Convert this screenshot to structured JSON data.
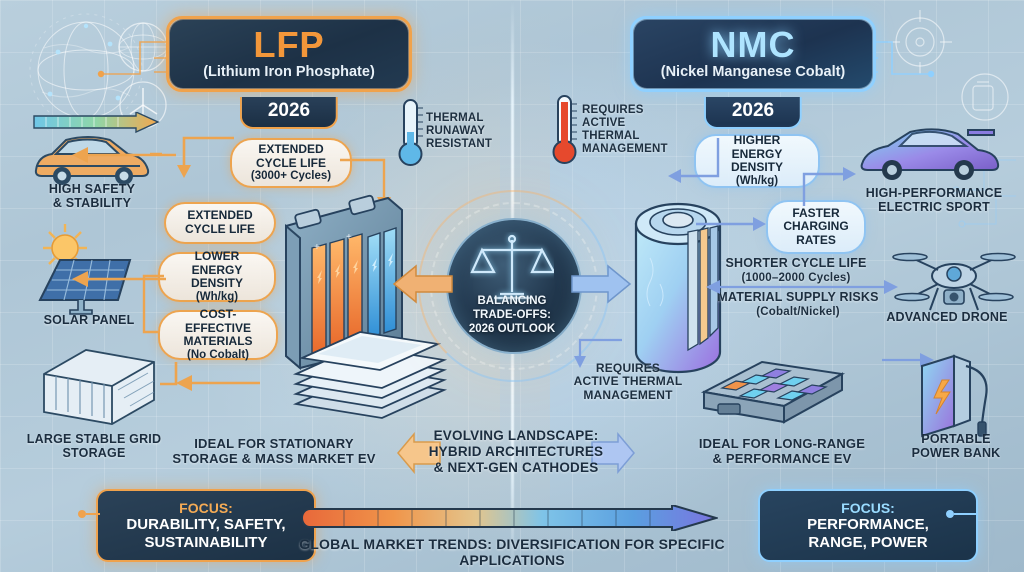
{
  "meta": {
    "title": "LFP vs NMC Battery Chemistry Comparison 2026",
    "accent_left": "#f0a24b",
    "accent_right": "#8fd0ff"
  },
  "left": {
    "code": "LFP",
    "full_name": "(Lithium Iron Phosphate)",
    "year": "2026",
    "thermal": {
      "line1": "THERMAL",
      "line2": "RUNAWAY",
      "line3": "RESISTANT",
      "icon": "thermometer-cold-icon"
    },
    "features": [
      {
        "title": "EXTENDED",
        "title2": "CYCLE LIFE",
        "detail": "(3000+ Cycles)"
      },
      {
        "title": "EXTENDED",
        "title2": "CYCLE LIFE",
        "detail": ""
      },
      {
        "title": "LOWER ENERGY",
        "title2": "DENSITY",
        "detail": "(Wh/kg)"
      },
      {
        "title": "COST-EFFECTIVE",
        "title2": "MATERIALS",
        "detail": "(No Cobalt)"
      }
    ],
    "applications": [
      {
        "label1": "HIGH SAFETY",
        "label2": "& STABILITY",
        "icon": "electric-suv-icon"
      },
      {
        "label1": "SOLAR PANEL",
        "label2": "",
        "icon": "solar-panel-icon"
      },
      {
        "label1": "LARGE STABLE GRID",
        "label2": "STORAGE",
        "icon": "grid-storage-icon"
      }
    ],
    "ideal_for": {
      "line1": "IDEAL FOR STATIONARY",
      "line2": "STORAGE & MASS MARKET EV"
    },
    "focus": {
      "title": "FOCUS:",
      "line1": "DURABILITY, SAFETY,",
      "line2": "SUSTAINABILITY"
    },
    "cell_icon": "prismatic-cell-icon",
    "stack_icon": "pouch-cell-stack-icon"
  },
  "right": {
    "code": "NMC",
    "full_name": "(Nickel Manganese Cobalt)",
    "year": "2026",
    "thermal": {
      "line1": "REQUIRES",
      "line2": "ACTIVE",
      "line3": "THERMAL",
      "line4": "MANAGEMENT",
      "icon": "thermometer-hot-icon"
    },
    "features": [
      {
        "title": "HIGHER",
        "title2": "ENERGY DENSITY",
        "detail": "(Wh/kg)"
      },
      {
        "title": "FASTER",
        "title2": "CHARGING",
        "title3": "RATES",
        "detail": ""
      }
    ],
    "plain_labels": [
      {
        "line1": "SHORTER CYCLE LIFE",
        "line2": "(1000–2000 Cycles)"
      },
      {
        "line1": "MATERIAL SUPPLY RISKS",
        "line2": "(Cobalt/Nickel)"
      }
    ],
    "thermal_note": {
      "line1": "REQUIRES",
      "line2": "ACTIVE THERMAL",
      "line3": "MANAGEMENT"
    },
    "applications": [
      {
        "label1": "HIGH-PERFORMANCE",
        "label2": "ELECTRIC SPORT",
        "icon": "sports-car-icon"
      },
      {
        "label1": "ADVANCED DRONE",
        "label2": "",
        "icon": "drone-icon"
      },
      {
        "label1": "PORTABLE",
        "label2": "POWER BANK",
        "icon": "power-bank-icon"
      }
    ],
    "ideal_for": {
      "line1": "IDEAL FOR LONG-RANGE",
      "line2": "& PERFORMANCE EV"
    },
    "focus": {
      "title": "FOCUS:",
      "line1": "PERFORMANCE,",
      "line2": "RANGE, POWER"
    },
    "cell_icon": "cylindrical-cell-icon",
    "module_icon": "battery-module-icon"
  },
  "center": {
    "hub": {
      "line1": "BALANCING",
      "line2": "TRADE-OFFS:",
      "line3": "2026 OUTLOOK",
      "icon": "balance-scales-icon"
    },
    "evolving": {
      "line1": "EVOLVING LANDSCAPE:",
      "line2": "HYBRID ARCHITECTURES",
      "line3": "& NEXT-GEN CATHODES"
    }
  },
  "footer": {
    "caption": "GLOBAL MARKET TRENDS: DIVERSIFICATION FOR SPECIFIC APPLICATIONS",
    "gradient_from": "#e8683a",
    "gradient_mid": "#7fc4e8",
    "gradient_to": "#7b74e0"
  },
  "decor": {
    "globe_icon": "globe-network-icon",
    "wind_icon": "wind-turbine-icon",
    "grid_icon": "grid-globe-icon",
    "target_icon": "target-reticle-icon",
    "battery_icon": "battery-status-icon",
    "top_gauge": "energy-gauge-arrow"
  }
}
